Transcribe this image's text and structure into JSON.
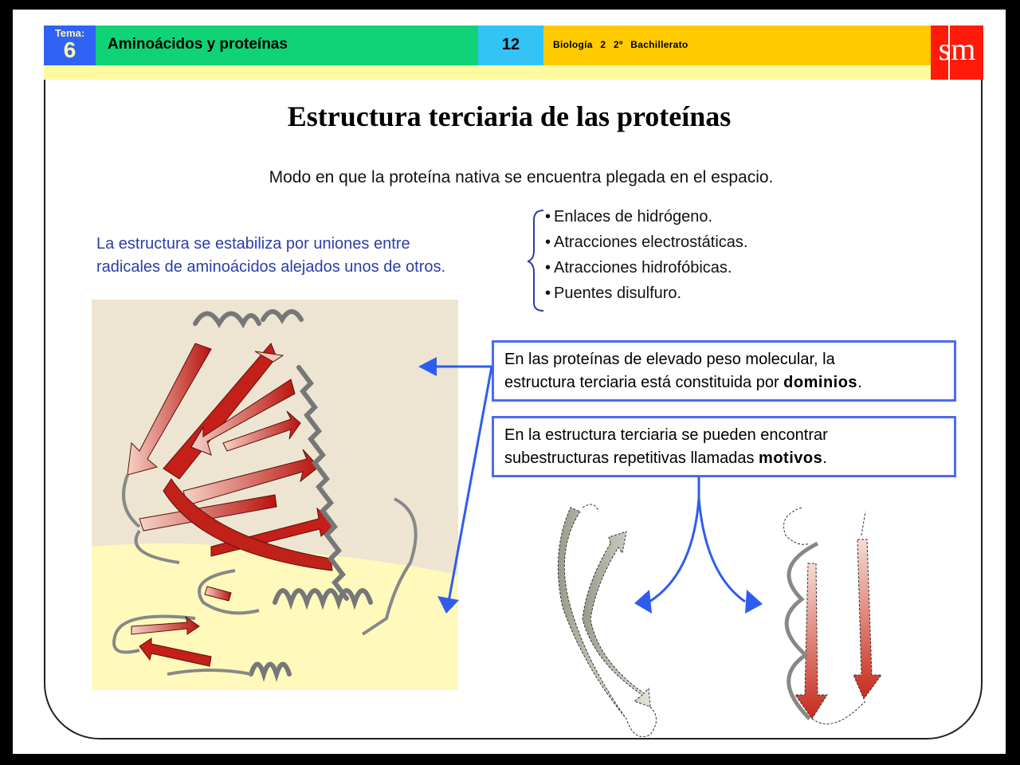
{
  "header": {
    "topic_label": "Tema:",
    "topic_number": "6",
    "unit_title": "Aminoácidos y proteínas",
    "page_number": "12",
    "course": "Biología 2   2º Bachillerato",
    "publisher_logo": "sm"
  },
  "colors": {
    "topic_blue": "#2f62f5",
    "unit_green": "#0fd376",
    "page_cyan": "#33c4f5",
    "course_orange": "#ffcb00",
    "logo_red": "#ff1a0a",
    "strip_yellow": "#fffaa0",
    "accent_blue": "#4a6cf0",
    "stabilization_text": "#2b3fa8",
    "beta_sheet_red": "#c0201a",
    "helix_gray": "#bdbdb8"
  },
  "slide": {
    "title": "Estructura terciaria de las proteínas",
    "definition": "Modo en que la proteína nativa se encuentra plegada en el espacio.",
    "stabilization": {
      "line1": "La estructura se estabiliza por uniones entre",
      "line2": "radicales de aminoácidos alejados unos de otros."
    },
    "bonds": [
      "Enlaces de hidrógeno.",
      "Atracciones electrostáticas.",
      "Atracciones hidrofóbicas.",
      "Puentes disulfuro."
    ],
    "domains_box": {
      "line1": "En las proteínas de elevado peso molecular, la",
      "line2_prefix": "estructura terciaria está constituida por ",
      "line2_bold": "dominios",
      "line2_suffix": "."
    },
    "motifs_box": {
      "line1": "En la estructura terciaria se pueden encontrar",
      "line2_prefix": "subestructuras repetitivas llamadas ",
      "line2_bold": "motivos",
      "line2_suffix": "."
    },
    "figures": {
      "protein_domains": "protein-ribbon-diagram-two-domains",
      "motif_left": "beta-hairpin-motif",
      "motif_right": "beta-alpha-beta-motif"
    }
  }
}
